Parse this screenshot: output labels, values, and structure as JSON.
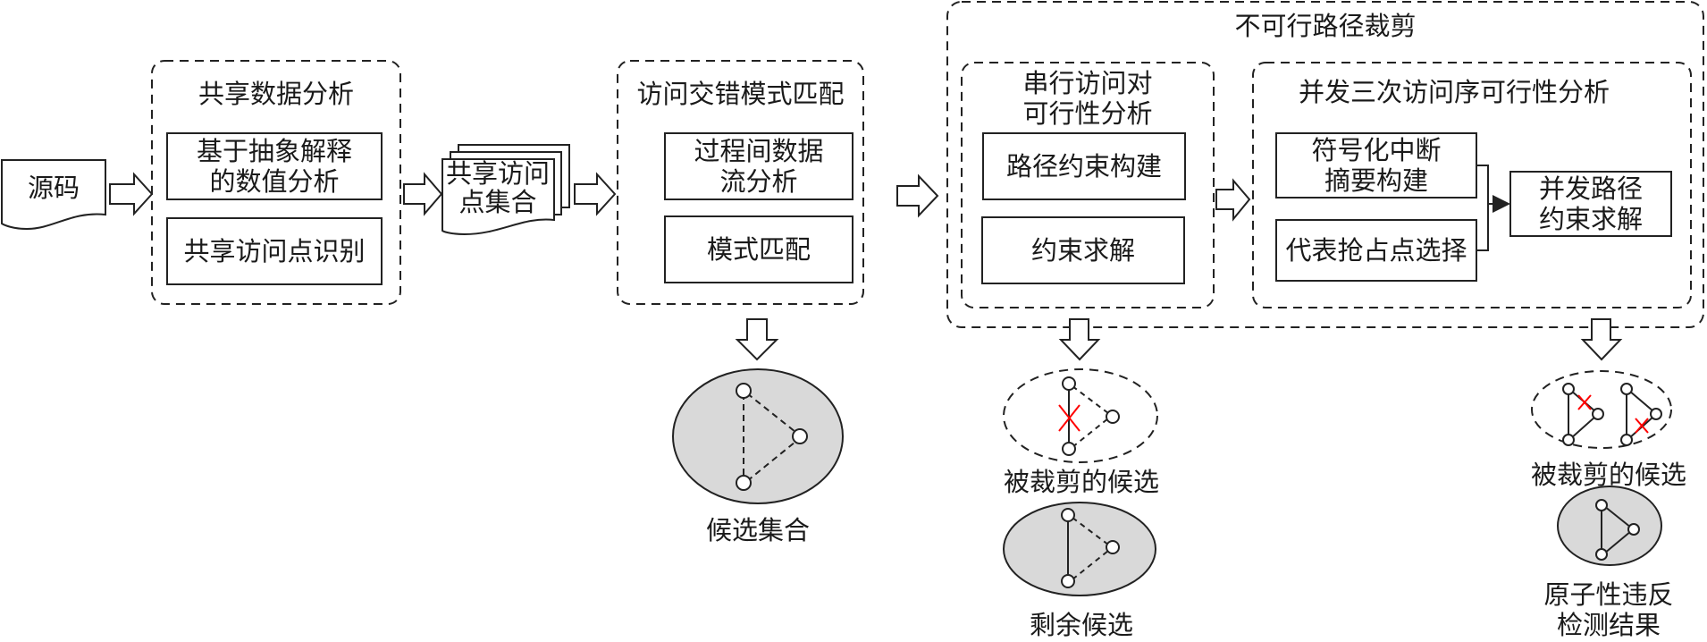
{
  "diagram": {
    "source": {
      "label": "源码"
    },
    "shared_data_analysis": {
      "title": "共享数据分析",
      "steps": [
        "基于抽象解释\n的数值分析",
        "共享访问点识别"
      ]
    },
    "shared_access_set": {
      "label": "共享访问\n点集合"
    },
    "access_interleaving": {
      "title": "访问交错模式匹配",
      "steps": [
        "过程间数据\n流分析",
        "模式匹配"
      ]
    },
    "candidate_set": {
      "label": "候选集合"
    },
    "infeasible_path_pruning": {
      "title": "不可行路径裁剪",
      "serial_pair": {
        "title": "串行访问对\n可行性分析",
        "steps": [
          "路径约束构建",
          "约束求解"
        ]
      },
      "concurrent_triple": {
        "title": "并发三次访问序可行性分析",
        "steps": [
          "符号化中断\n摘要构建",
          "代表抢占点选择"
        ],
        "result_step": "并发路径\n约束求解"
      }
    },
    "serial_outputs": {
      "pruned_label": "被裁剪的候选",
      "remaining_label": "剩余候选"
    },
    "concurrent_outputs": {
      "pruned_label": "被裁剪的候选",
      "final_label": "原子性违反\n检测结果"
    },
    "colors": {
      "stroke": "#222222",
      "fill_gray": "#d9d9d9",
      "prune_mark": "#ff0000"
    }
  }
}
